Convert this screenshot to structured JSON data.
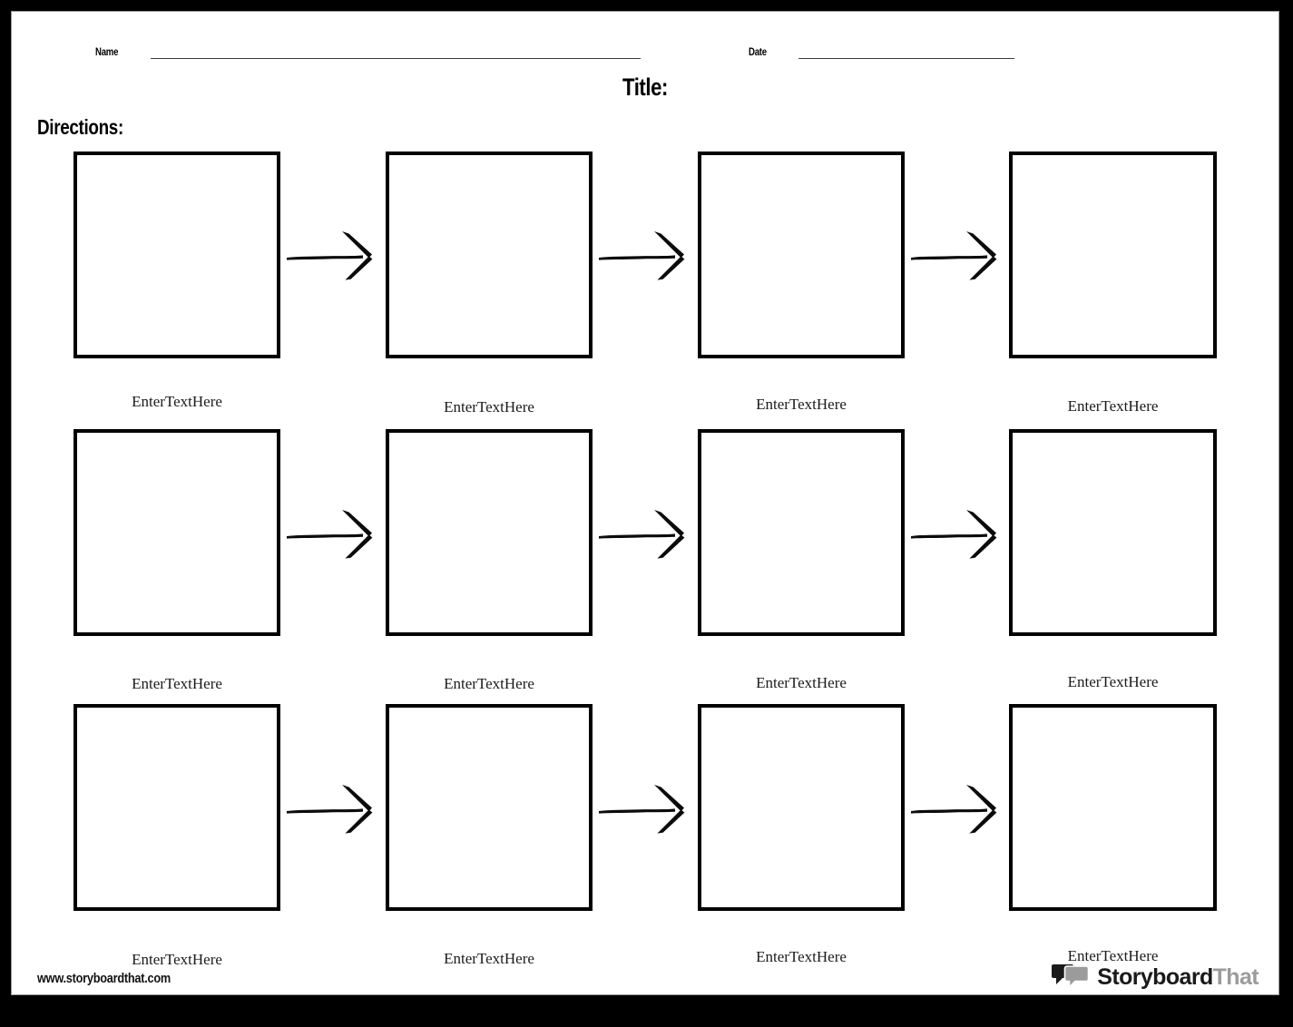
{
  "page": {
    "title": "Title:",
    "directions_label": "Directions:",
    "name_label": "Name",
    "date_label": "Date",
    "name_value": "",
    "date_value": ""
  },
  "grid": {
    "rows": 3,
    "columns": 4,
    "caption_text": "EnterTextHere",
    "cells": [
      {
        "row": 1,
        "col": 1,
        "caption": "EnterTextHere",
        "content": ""
      },
      {
        "row": 1,
        "col": 2,
        "caption": "EnterTextHere",
        "content": ""
      },
      {
        "row": 1,
        "col": 3,
        "caption": "EnterTextHere",
        "content": ""
      },
      {
        "row": 1,
        "col": 4,
        "caption": "EnterTextHere",
        "content": ""
      },
      {
        "row": 2,
        "col": 1,
        "caption": "EnterTextHere",
        "content": ""
      },
      {
        "row": 2,
        "col": 2,
        "caption": "EnterTextHere",
        "content": ""
      },
      {
        "row": 2,
        "col": 3,
        "caption": "EnterTextHere",
        "content": ""
      },
      {
        "row": 2,
        "col": 4,
        "caption": "EnterTextHere",
        "content": ""
      },
      {
        "row": 3,
        "col": 1,
        "caption": "EnterTextHere",
        "content": ""
      },
      {
        "row": 3,
        "col": 2,
        "caption": "EnterTextHere",
        "content": ""
      },
      {
        "row": 3,
        "col": 3,
        "caption": "EnterTextHere",
        "content": ""
      },
      {
        "row": 3,
        "col": 4,
        "caption": "EnterTextHere",
        "content": ""
      }
    ],
    "arrow_count": 9,
    "arrow_icon": "arrow-right-icon"
  },
  "footer": {
    "url": "www.storyboardthat.com",
    "logo_icon": "speech-bubbles-icon",
    "logo_word_primary": "Storyboard",
    "logo_word_secondary": "That"
  },
  "colors": {
    "frame": "#000000",
    "page": "#ffffff",
    "ink": "#000000",
    "rule": "#3a3a3a",
    "logo_dark": "#1a1a1a",
    "logo_light": "#9b9b9b"
  }
}
